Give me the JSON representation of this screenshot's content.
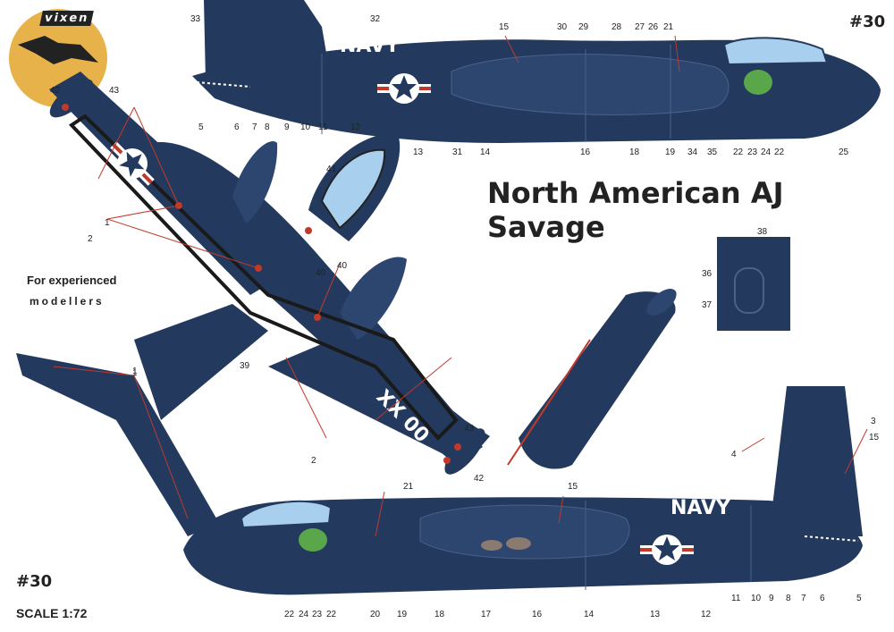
{
  "brand": {
    "logo_text": "vixen"
  },
  "scheme_number_top": "#30",
  "scheme_number_bottom": "#30",
  "title": "North American AJ Savage",
  "note_line1": "For experienced",
  "note_line2": "modellers",
  "scale": "SCALE 1:72",
  "markings": {
    "navy_top": "NAVY",
    "navy_bottom": "NAVY",
    "tail_code": "XX 00"
  },
  "colors": {
    "aircraft_blue": "#233a5e",
    "panel_line": "#4a6289",
    "canopy": "#a9cfee",
    "radome": "#5aa64a",
    "logo_gold": "#e8b24a",
    "callout_red": "#c0392b",
    "walkway": "#1a1a1a"
  },
  "callouts_top": [
    "33",
    "32",
    "15",
    "30",
    "29",
    "28",
    "27",
    "26",
    "21",
    "5",
    "6",
    "7",
    "8",
    "9",
    "10",
    "11",
    "12",
    "13",
    "31",
    "14",
    "16",
    "18",
    "19",
    "34",
    "35",
    "22",
    "23",
    "24",
    "22",
    "25"
  ],
  "callouts_left": [
    "42",
    "43",
    "1",
    "2",
    "41",
    "40",
    "40",
    "39",
    "1",
    "43",
    "42",
    "2"
  ],
  "callouts_detail": [
    "38",
    "36",
    "37"
  ],
  "callouts_bottom": [
    "21",
    "15",
    "3",
    "15",
    "4",
    "1",
    "22",
    "24",
    "23",
    "22",
    "20",
    "19",
    "18",
    "17",
    "16",
    "14",
    "13",
    "12",
    "11",
    "10",
    "9",
    "8",
    "7",
    "6",
    "5"
  ]
}
